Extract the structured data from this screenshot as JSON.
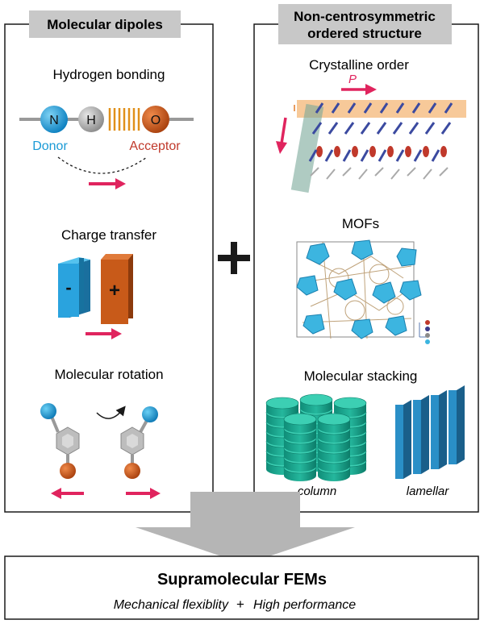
{
  "left_panel": {
    "header": "Molecular dipoles",
    "hydrogen_bonding": {
      "title": "Hydrogen bonding",
      "atom_n": "N",
      "atom_h": "H",
      "atom_o": "O",
      "donor_label": "Donor",
      "acceptor_label": "Acceptor"
    },
    "charge_transfer": {
      "title": "Charge transfer",
      "minus_sign": "-",
      "plus_sign": "+"
    },
    "molecular_rotation": {
      "title": "Molecular rotation"
    }
  },
  "plus_symbol": "+",
  "right_panel": {
    "header_line1": "Non-centrosymmetric",
    "header_line2": "ordered structure",
    "crystalline_order": {
      "title": "Crystalline order",
      "polarization_label": "P"
    },
    "mofs": {
      "title": "MOFs"
    },
    "molecular_stacking": {
      "title": "Molecular stacking",
      "column_label": "column",
      "lamellar_label": "lamellar"
    }
  },
  "bottom": {
    "title": "Supramolecular FEMs",
    "subtitle_left": "Mechanical flexiblity",
    "subtitle_plus": "+",
    "subtitle_right": "High performance"
  },
  "colors": {
    "accent_arrow": "#e0245e",
    "donor_blue": "#1a9ad6",
    "acceptor_red": "#c0392b",
    "orange": "#c85a19",
    "header_gray": "#c8c8c8",
    "teal": "#1aa38c",
    "lamellar_blue": "#2a8fc7"
  }
}
